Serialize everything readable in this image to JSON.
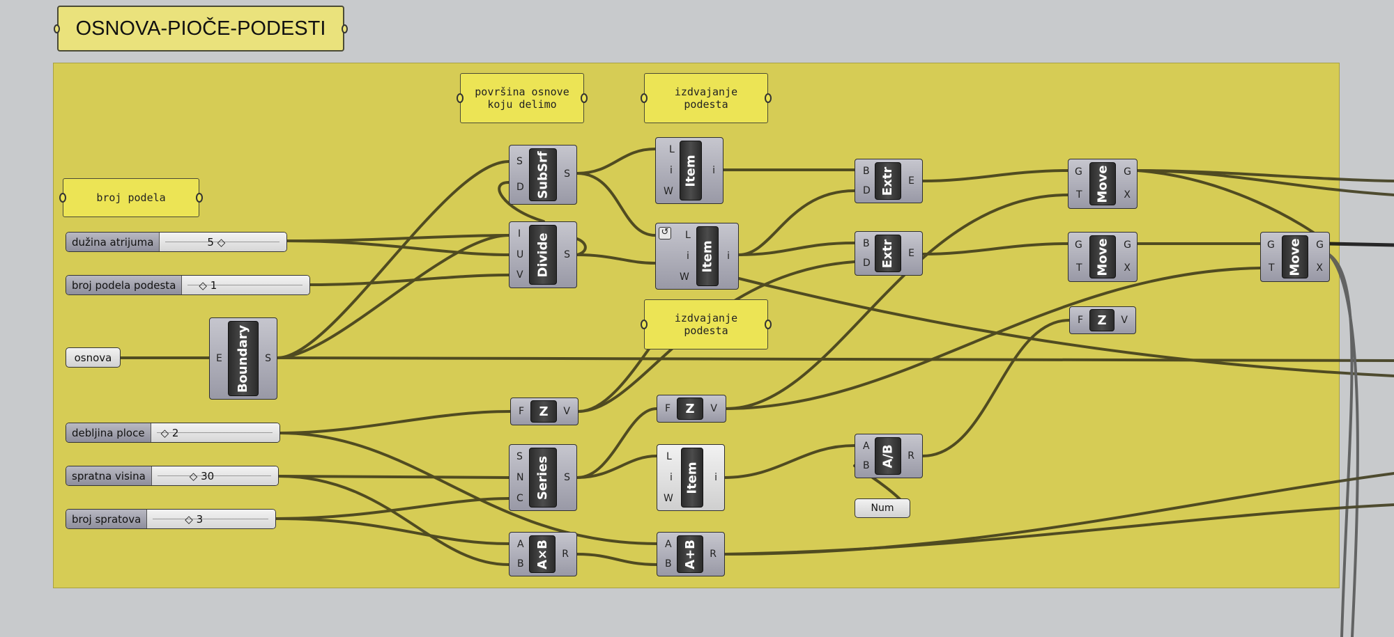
{
  "title": "OSNOVA-PIOČE-PODESTI",
  "panels": {
    "povrsina": "površina osnove\nkoju delimo",
    "izdvajanje_top": "izdvajanje\npodesta",
    "izdvajanje_mid": "izdvajanje\npodesta",
    "broj_podela": "broj podela"
  },
  "sliders": {
    "duzina_atrijuma": {
      "label": "dužina atrijuma",
      "value": "5 ◇"
    },
    "broj_podela_podesta": {
      "label": "broj podela podesta",
      "value": "◇ 1"
    },
    "debljina_ploce": {
      "label": "debljina ploce",
      "value": "◇ 2"
    },
    "spratna_visina": {
      "label": "spratna visina",
      "value": "◇ 30"
    },
    "broj_spratova": {
      "label": "broj spratova",
      "value": "◇ 3"
    }
  },
  "params": {
    "osnova": "osnova",
    "num": "Num"
  },
  "components": {
    "boundary": {
      "name": "Boundary",
      "inputs": [
        "E"
      ],
      "outputs": [
        "S"
      ]
    },
    "subsrf": {
      "name": "SubSrf",
      "inputs": [
        "S",
        "D"
      ],
      "outputs": [
        "S"
      ]
    },
    "divide": {
      "name": "Divide",
      "inputs": [
        "I",
        "U",
        "V"
      ],
      "outputs": [
        "S"
      ]
    },
    "item1": {
      "name": "Item",
      "inputs": [
        "L",
        "i",
        "W"
      ],
      "outputs": [
        "i"
      ]
    },
    "item2": {
      "name": "Item",
      "inputs": [
        "L",
        "i",
        "W"
      ],
      "outputs": [
        "i"
      ]
    },
    "item3": {
      "name": "Item",
      "inputs": [
        "L",
        "i",
        "W"
      ],
      "outputs": [
        "i"
      ]
    },
    "extr1": {
      "name": "Extr",
      "inputs": [
        "B",
        "D"
      ],
      "outputs": [
        "E"
      ]
    },
    "extr2": {
      "name": "Extr",
      "inputs": [
        "B",
        "D"
      ],
      "outputs": [
        "E"
      ]
    },
    "move1": {
      "name": "Move",
      "inputs": [
        "G",
        "T"
      ],
      "outputs": [
        "G",
        "X"
      ]
    },
    "move2": {
      "name": "Move",
      "inputs": [
        "G",
        "T"
      ],
      "outputs": [
        "G",
        "X"
      ]
    },
    "move3": {
      "name": "Move",
      "inputs": [
        "G",
        "T"
      ],
      "outputs": [
        "G",
        "X"
      ]
    },
    "z1": {
      "name": "Z",
      "inputs": [
        "F"
      ],
      "outputs": [
        "V"
      ]
    },
    "z2": {
      "name": "Z",
      "inputs": [
        "F"
      ],
      "outputs": [
        "V"
      ]
    },
    "z3": {
      "name": "Z",
      "inputs": [
        "F"
      ],
      "outputs": [
        "V"
      ]
    },
    "series": {
      "name": "Series",
      "inputs": [
        "S",
        "N",
        "C"
      ],
      "outputs": [
        "S"
      ]
    },
    "mul": {
      "name": "A×B",
      "inputs": [
        "A",
        "B"
      ],
      "outputs": [
        "R"
      ]
    },
    "add": {
      "name": "A+B",
      "inputs": [
        "A",
        "B"
      ],
      "outputs": [
        "R"
      ]
    },
    "div": {
      "name": "A/B",
      "inputs": [
        "A",
        "B"
      ],
      "outputs": [
        "R"
      ]
    }
  },
  "colors": {
    "canvas": "#c8cacc",
    "group": "#d6cc55",
    "panel": "#ece455",
    "wire": "#3e3a1a"
  }
}
